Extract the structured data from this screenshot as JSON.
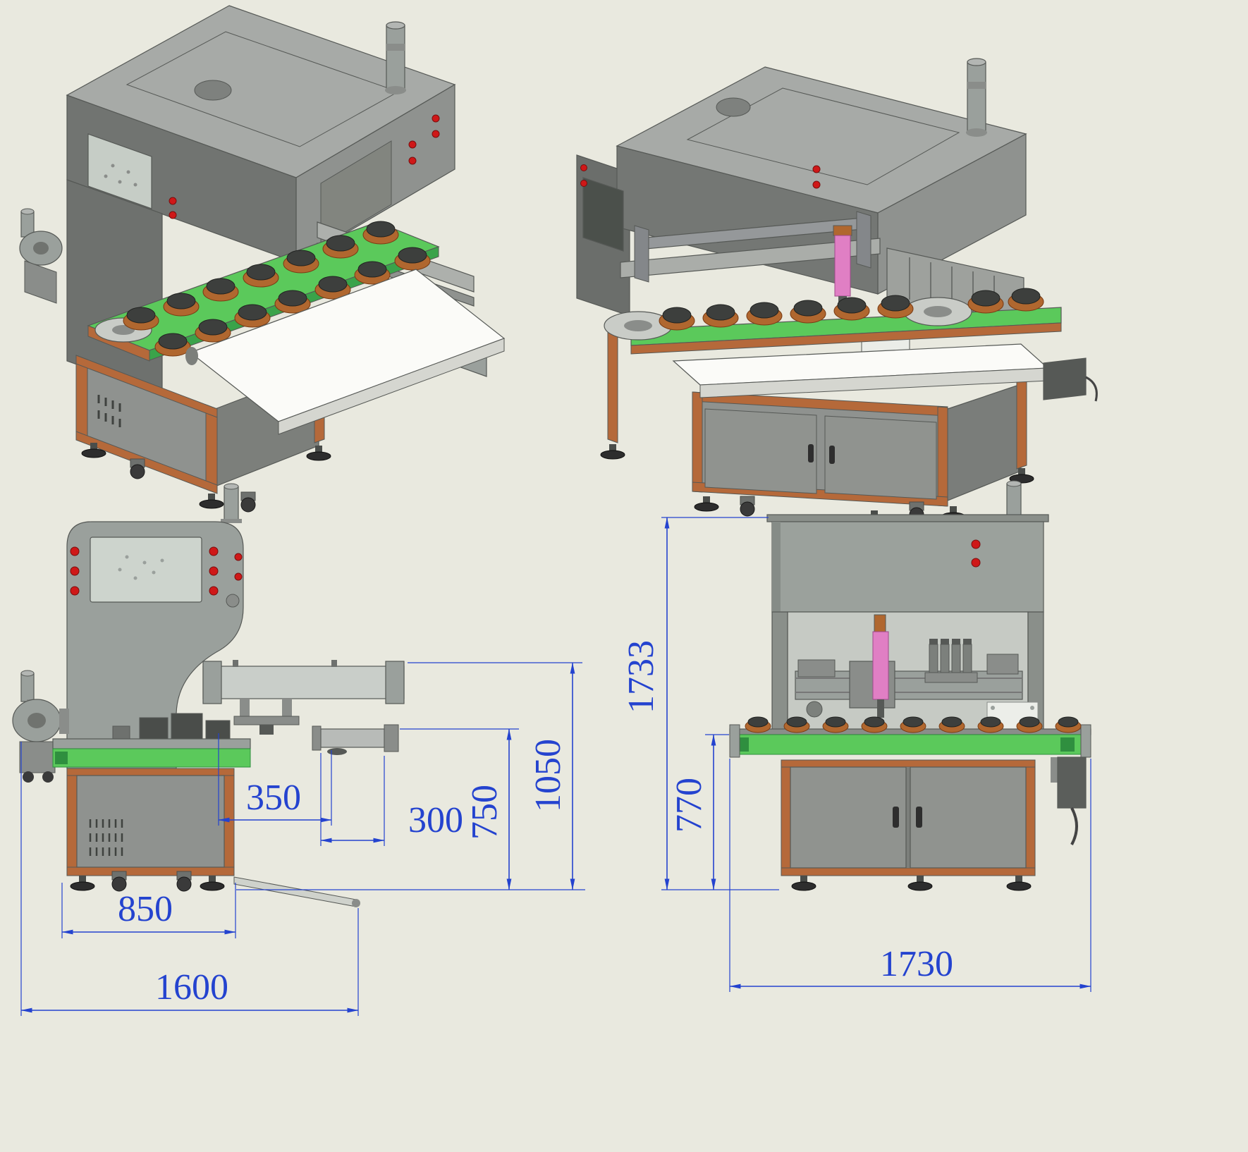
{
  "colors": {
    "background": "#e9e9df",
    "dimension_blue": "#2443cf",
    "housing_gray_top": "#a7aaa7",
    "housing_gray_front": "#8f928f",
    "housing_gray_dark": "#717471",
    "frame_orange": "#b5693a",
    "conveyor_green": "#5bc95b",
    "belt_white": "#fbfbf8",
    "button_red": "#cf1818",
    "dispenser_pink": "#e07fc4"
  },
  "dimensions": {
    "side": {
      "d350": "350",
      "d300": "300",
      "d750": "750",
      "d1050": "1050",
      "d850": "850",
      "d1600": "1600"
    },
    "front": {
      "d1733": "1733",
      "d770": "770",
      "d1730": "1730"
    }
  }
}
